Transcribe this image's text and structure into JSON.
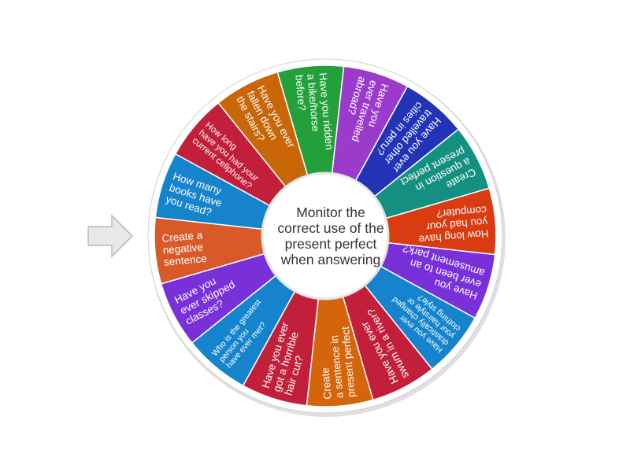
{
  "center": {
    "text": "Monitor the correct use of the present perfect when answering"
  },
  "pointer": {
    "icon": "arrow-right-icon",
    "color": "#e8e8e8"
  },
  "wheel": {
    "segments": [
      {
        "lines": [
          "Have you ridden",
          "a bike/horse",
          "before?"
        ],
        "color": "#23a03b"
      },
      {
        "lines": [
          "Have you",
          "ever travelled",
          "abroad?"
        ],
        "color": "#9a3bcc"
      },
      {
        "lines": [
          "Have you ever",
          "travelled other",
          "cities in peru?"
        ],
        "color": "#2233b5"
      },
      {
        "lines": [
          "Create",
          "a question in",
          "present perfect"
        ],
        "color": "#149080"
      },
      {
        "lines": [
          "How long have",
          "you had your",
          "computer?"
        ],
        "color": "#d83c10"
      },
      {
        "lines": [
          "Have you",
          "ever been to an",
          "amusement park?"
        ],
        "color": "#7a30d8"
      },
      {
        "lines": [
          "Have you ever",
          "drastically changed",
          "your hairstyle or",
          "clothing style?"
        ],
        "color": "#1684cc"
      },
      {
        "lines": [
          "Have you ever",
          "swum in a river?"
        ],
        "color": "#c2203a"
      },
      {
        "lines": [
          "Create",
          "a sentence in",
          "present perfect"
        ],
        "color": "#d4650a"
      },
      {
        "lines": [
          "Have you ever",
          "got a horrible",
          "hair cut?"
        ],
        "color": "#c2203a"
      },
      {
        "lines": [
          "Who is the greatest",
          "person you",
          "have ever met?"
        ],
        "color": "#1684cc"
      },
      {
        "lines": [
          "Have you",
          "ever skipped",
          "classes?"
        ],
        "color": "#7a30d8"
      },
      {
        "lines": [
          "Create a",
          "negative",
          "sentence"
        ],
        "color": "#d85a28"
      },
      {
        "lines": [
          "How many",
          "books have",
          "you read?"
        ],
        "color": "#1684cc"
      },
      {
        "lines": [
          "How long",
          "have you had your",
          "current cellphone?"
        ],
        "color": "#c2203a"
      },
      {
        "lines": [
          "Have you ever",
          "fallen down",
          "the stairs?"
        ],
        "color": "#c86608"
      }
    ]
  }
}
